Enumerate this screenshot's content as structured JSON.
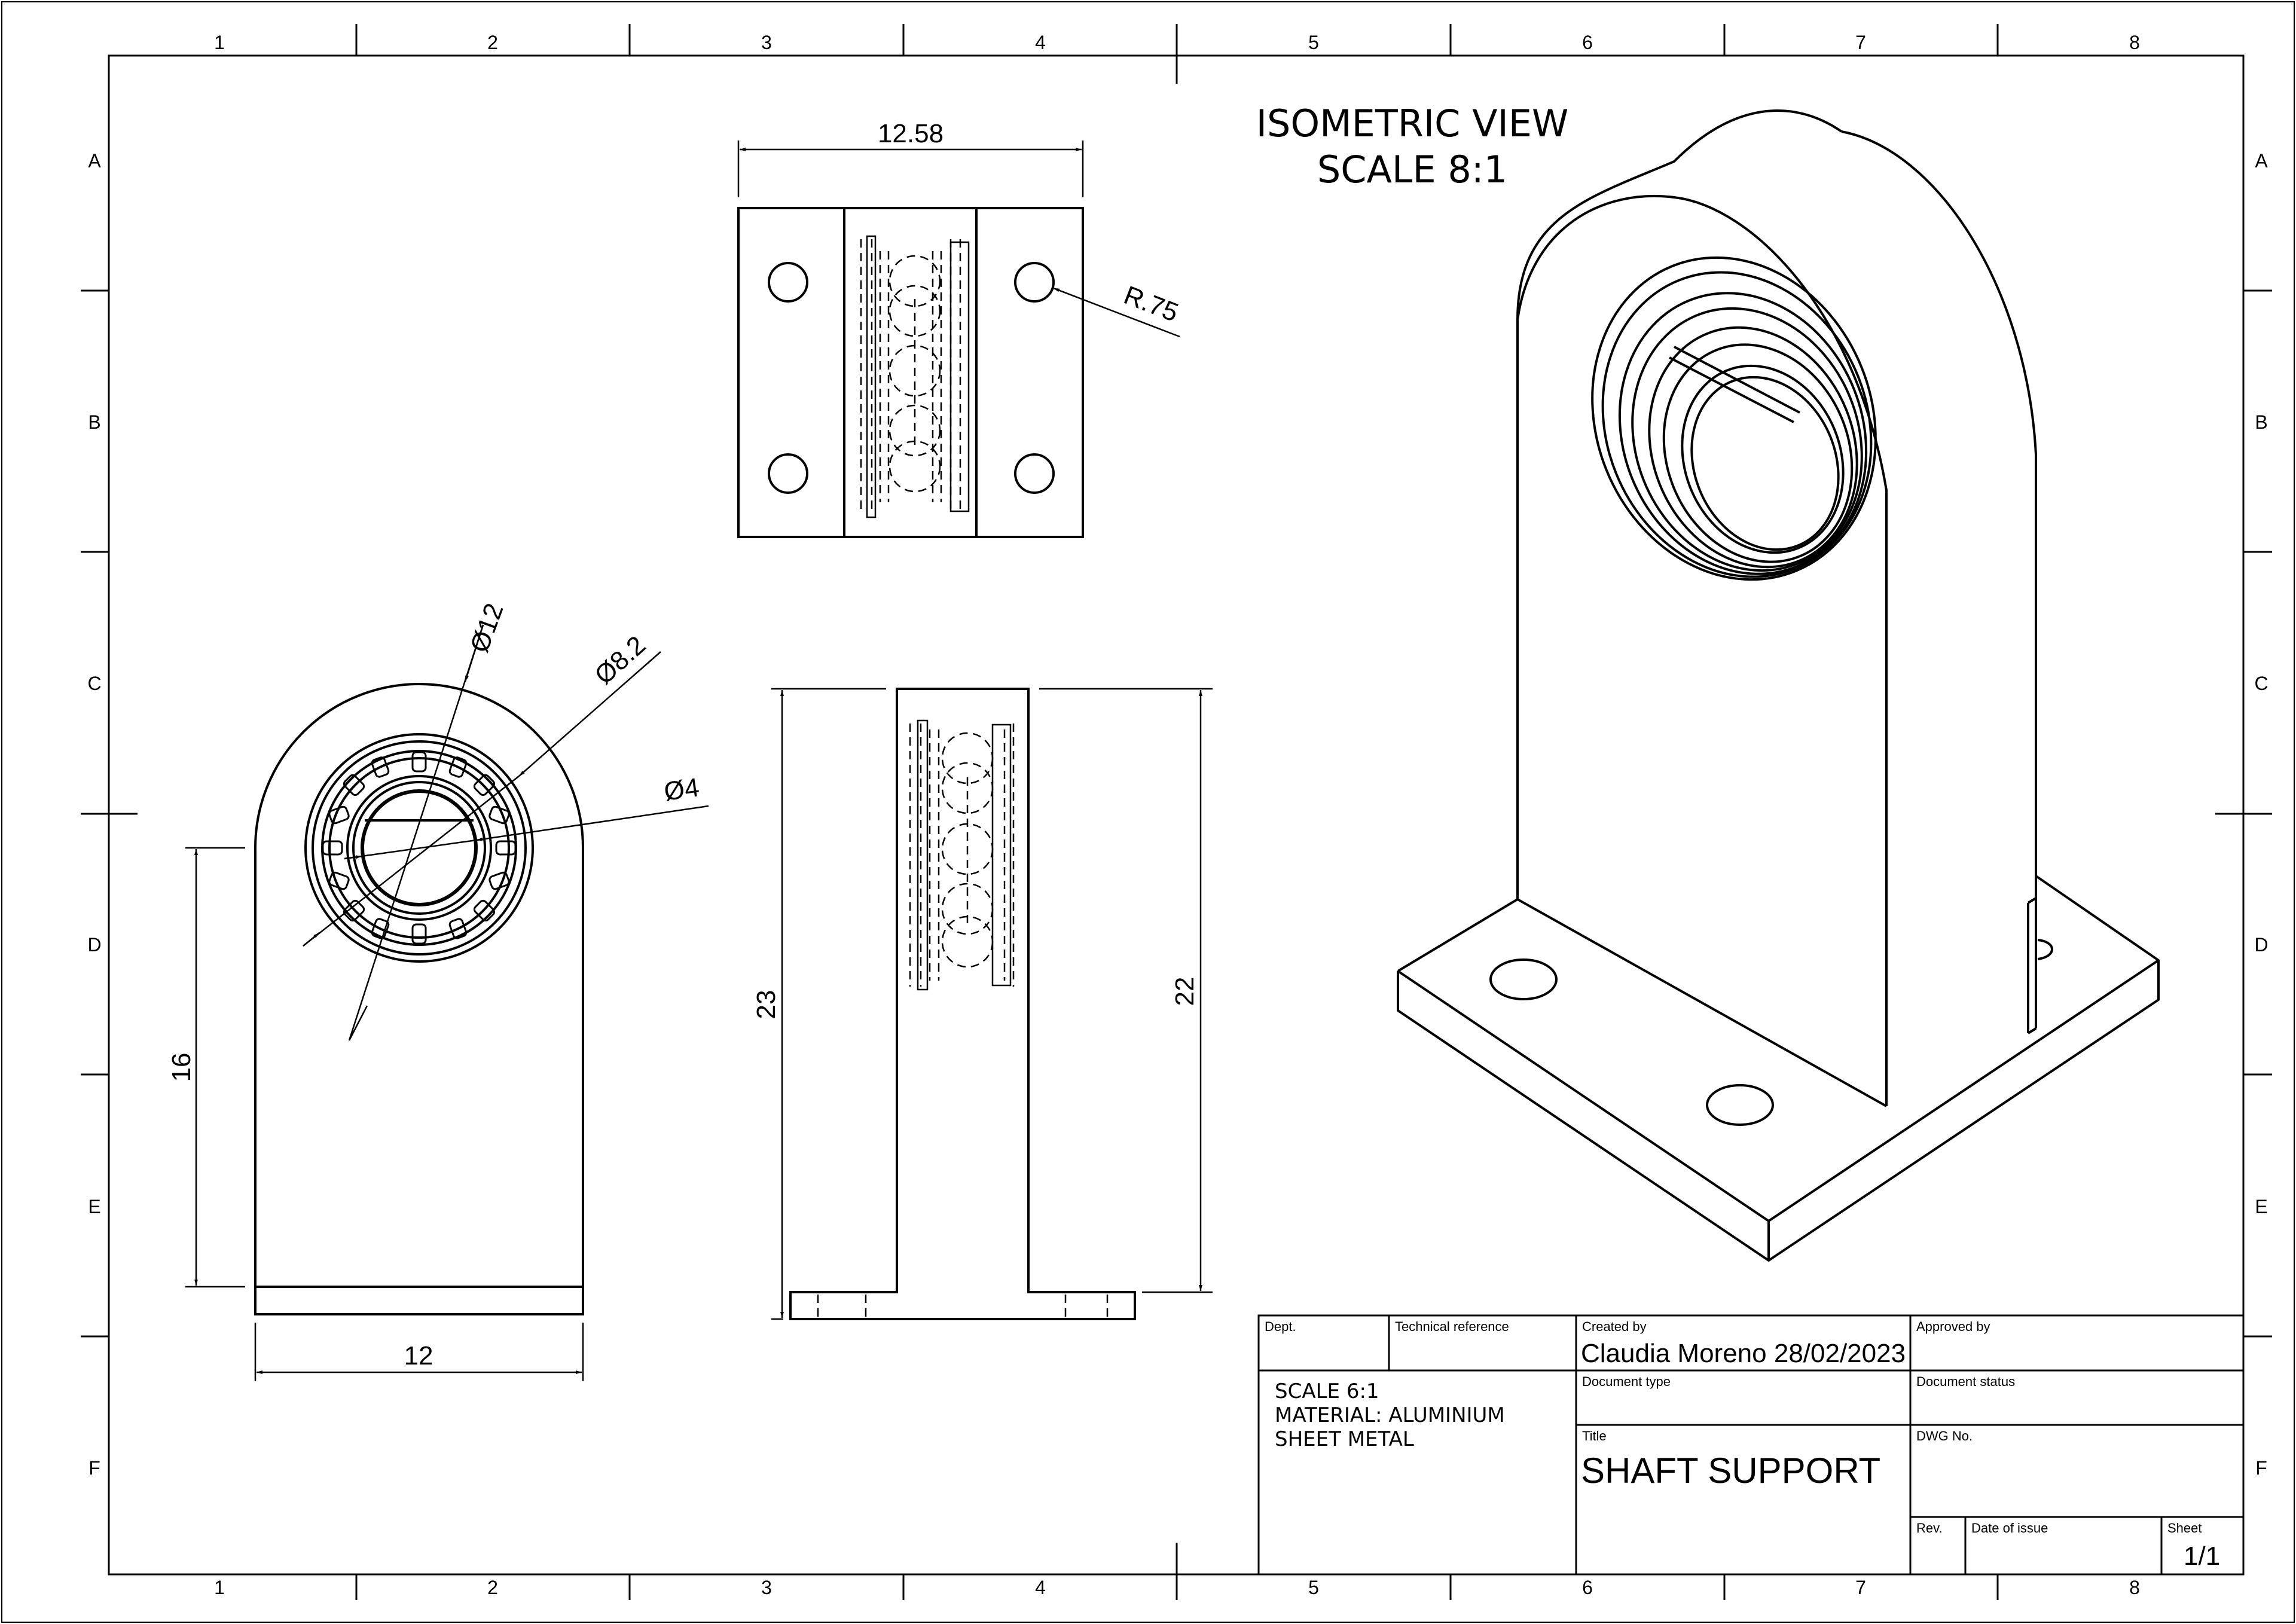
{
  "border": {
    "columns": [
      "1",
      "2",
      "3",
      "4",
      "5",
      "6",
      "7",
      "8"
    ],
    "rows": [
      "A",
      "B",
      "C",
      "D",
      "E",
      "F"
    ]
  },
  "views": {
    "isometric_title": "ISOMETRIC VIEW",
    "isometric_scale": "SCALE 8:1"
  },
  "dimensions": {
    "top_width": "12.58",
    "hole_radius": "R.75",
    "outer_diameter": "Ø12",
    "bearing_diameter": "Ø8.2",
    "bore_diameter": "Ø4",
    "front_height": "16",
    "front_width": "12",
    "side_total_height": "23",
    "side_height": "22"
  },
  "title_block": {
    "dept_label": "Dept.",
    "tech_ref_label": "Technical reference",
    "created_by_label": "Created by",
    "created_by_value": "Claudia Moreno 28/02/2023",
    "approved_by_label": "Approved by",
    "notes": [
      "SCALE 6:1",
      "MATERIAL: ALUMINIUM",
      "SHEET METAL"
    ],
    "doc_type_label": "Document type",
    "doc_status_label": "Document status",
    "title_label": "Title",
    "title_value": "SHAFT SUPPORT",
    "dwg_label": "DWG No.",
    "rev_label": "Rev.",
    "date_label": "Date of issue",
    "sheet_label": "Sheet",
    "sheet_value": "1/1"
  }
}
